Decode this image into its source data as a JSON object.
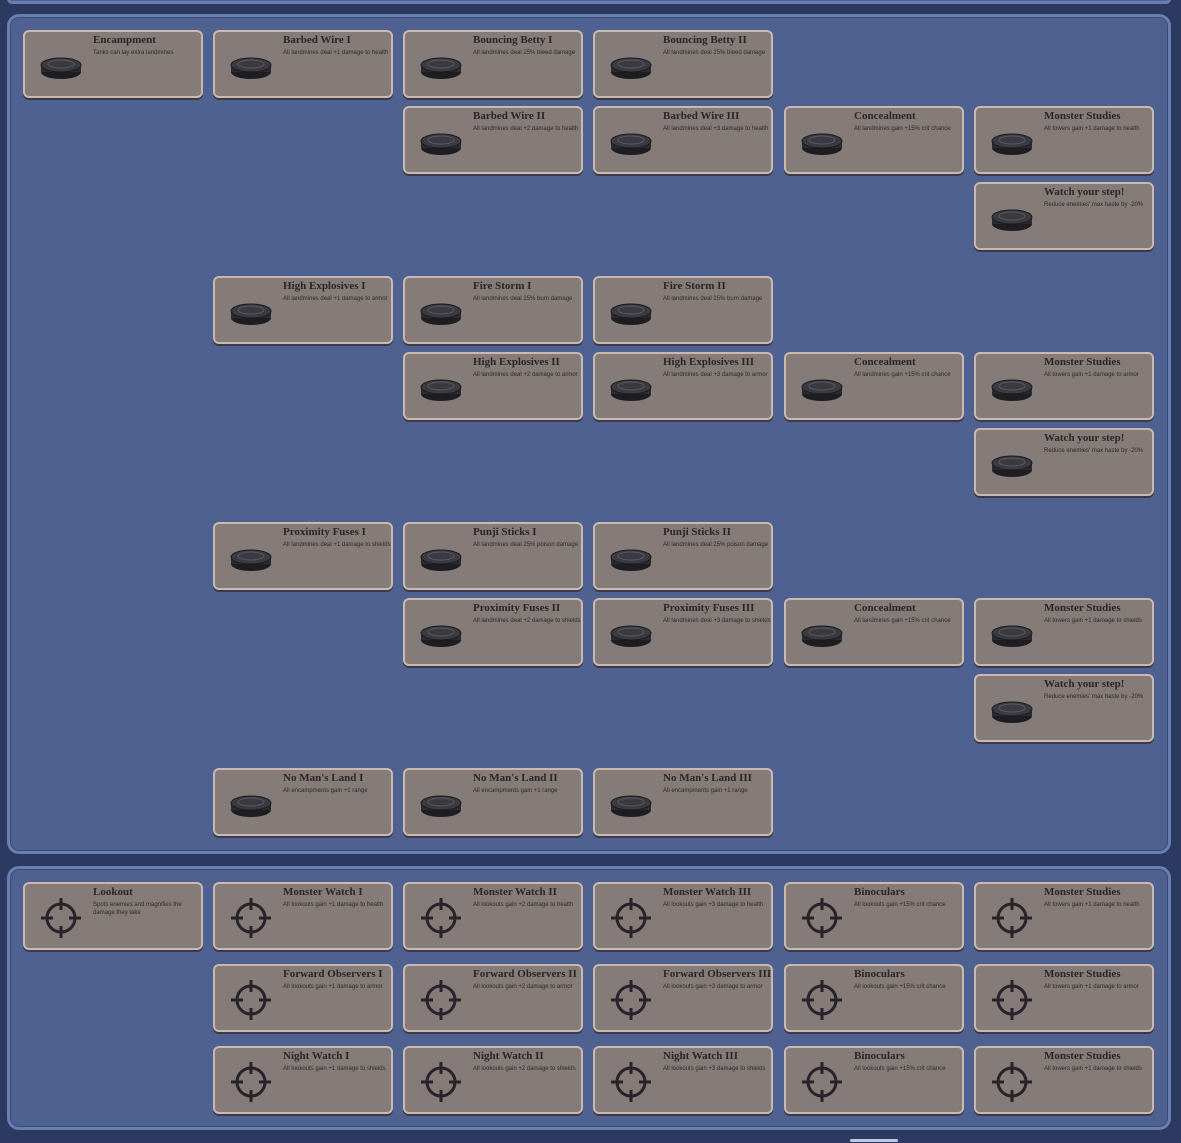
{
  "colors": {
    "background": "#2c3a62",
    "panel": "#4e6190",
    "panel_border": "#6a7eb1",
    "card": "#857b79",
    "card_border": "#c9b9b0"
  },
  "landmine_tree": [
    {
      "title": "Encampment",
      "desc": "Tanks can lay extra landmines",
      "icon": "landmine-icon"
    },
    {
      "title": "Barbed Wire I",
      "desc": "All landmines deal +1 damage to health",
      "icon": "landmine-icon"
    },
    {
      "title": "Bouncing Betty I",
      "desc": "All landmines deal 25% bleed damage",
      "icon": "landmine-icon"
    },
    {
      "title": "Bouncing Betty II",
      "desc": "All landmines deal 25% bleed damage",
      "icon": "landmine-icon"
    },
    {
      "title": "Barbed Wire II",
      "desc": "All landmines deal +2 damage to health",
      "icon": "landmine-icon"
    },
    {
      "title": "Barbed Wire III",
      "desc": "All landmines deal +3 damage to health",
      "icon": "landmine-icon"
    },
    {
      "title": "Concealment",
      "desc": "All landmines gain +15% crit chance",
      "icon": "landmine-icon"
    },
    {
      "title": "Monster Studies",
      "desc": "All towers gain +1 damage to health",
      "icon": "landmine-icon"
    },
    {
      "title": "Watch your step!",
      "desc": "Reduce enemies' max haste by -20%",
      "icon": "landmine-icon"
    },
    {
      "title": "High Explosives I",
      "desc": "All landmines deal +1 damage to armor",
      "icon": "landmine-icon"
    },
    {
      "title": "Fire Storm I",
      "desc": "All landmines deal 25% burn damage",
      "icon": "landmine-icon"
    },
    {
      "title": "Fire Storm II",
      "desc": "All landmines deal 25% burn damage",
      "icon": "landmine-icon"
    },
    {
      "title": "High Explosives II",
      "desc": "All landmines deal +2 damage to armor",
      "icon": "landmine-icon"
    },
    {
      "title": "High Explosives III",
      "desc": "All landmines deal +3 damage to armor",
      "icon": "landmine-icon"
    },
    {
      "title": "Concealment",
      "desc": "All landmines gain +15% crit chance",
      "icon": "landmine-icon"
    },
    {
      "title": "Monster Studies",
      "desc": "All towers gain +1 damage to armor",
      "icon": "landmine-icon"
    },
    {
      "title": "Watch your step!",
      "desc": "Reduce enemies' max haste by -20%",
      "icon": "landmine-icon"
    },
    {
      "title": "Proximity Fuses I",
      "desc": "All landmines deal +1 damage to shields",
      "icon": "landmine-icon"
    },
    {
      "title": "Punji Sticks I",
      "desc": "All landmines deal 25% poison damage",
      "icon": "landmine-icon"
    },
    {
      "title": "Punji Sticks II",
      "desc": "All landmines deal 25% poison damage",
      "icon": "landmine-icon"
    },
    {
      "title": "Proximity Fuses II",
      "desc": "All landmines deal +2 damage to shields",
      "icon": "landmine-icon"
    },
    {
      "title": "Proximity Fuses III",
      "desc": "All landmines deal +3 damage to shields",
      "icon": "landmine-icon"
    },
    {
      "title": "Concealment",
      "desc": "All landmines gain +15% crit chance",
      "icon": "landmine-icon"
    },
    {
      "title": "Monster Studies",
      "desc": "All towers gain +1 damage to shields",
      "icon": "landmine-icon"
    },
    {
      "title": "Watch your step!",
      "desc": "Reduce enemies' max haste by -20%",
      "icon": "landmine-icon"
    },
    {
      "title": "No Man's Land I",
      "desc": "All encampments gain +1 range",
      "icon": "landmine-icon"
    },
    {
      "title": "No Man's Land II",
      "desc": "All encampments gain +1 range",
      "icon": "landmine-icon"
    },
    {
      "title": "No Man's Land III",
      "desc": "All encampments gain +1 range",
      "icon": "landmine-icon"
    }
  ],
  "lookout_tree": [
    {
      "title": "Lookout",
      "desc": "Spots enemies and magnifies the damage they take",
      "icon": "crosshair-icon"
    },
    {
      "title": "Monster Watch I",
      "desc": "All lookouts gain +1 damage to health",
      "icon": "crosshair-icon"
    },
    {
      "title": "Monster Watch II",
      "desc": "All lookouts gain +2 damage to health",
      "icon": "crosshair-icon"
    },
    {
      "title": "Monster Watch III",
      "desc": "All lookouts gain +3 damage to health",
      "icon": "crosshair-icon"
    },
    {
      "title": "Binoculars",
      "desc": "All lookouts gain +15% crit chance",
      "icon": "crosshair-icon"
    },
    {
      "title": "Monster Studies",
      "desc": "All towers gain +1 damage to health",
      "icon": "crosshair-icon"
    },
    {
      "title": "Forward Observers I",
      "desc": "All lookouts gain +1 damage to armor",
      "icon": "crosshair-icon"
    },
    {
      "title": "Forward Observers II",
      "desc": "All lookouts gain +2 damage to armor",
      "icon": "crosshair-icon"
    },
    {
      "title": "Forward Observers III",
      "desc": "All lookouts gain +3 damage to armor",
      "icon": "crosshair-icon"
    },
    {
      "title": "Binoculars",
      "desc": "All lookouts gain +15% crit chance",
      "icon": "crosshair-icon"
    },
    {
      "title": "Monster Studies",
      "desc": "All towers gain +1 damage to armor",
      "icon": "crosshair-icon"
    },
    {
      "title": "Night Watch I",
      "desc": "All lookouts gain +1 damage to shields",
      "icon": "crosshair-icon"
    },
    {
      "title": "Night Watch II",
      "desc": "All lookouts gain +2 damage to shields",
      "icon": "crosshair-icon"
    },
    {
      "title": "Night Watch III",
      "desc": "All lookouts gain +3 damage to shields",
      "icon": "crosshair-icon"
    },
    {
      "title": "Binoculars",
      "desc": "All lookouts gain +15% crit chance",
      "icon": "crosshair-icon"
    },
    {
      "title": "Monster Studies",
      "desc": "All towers gain +1 damage to shields",
      "icon": "crosshair-icon"
    }
  ]
}
